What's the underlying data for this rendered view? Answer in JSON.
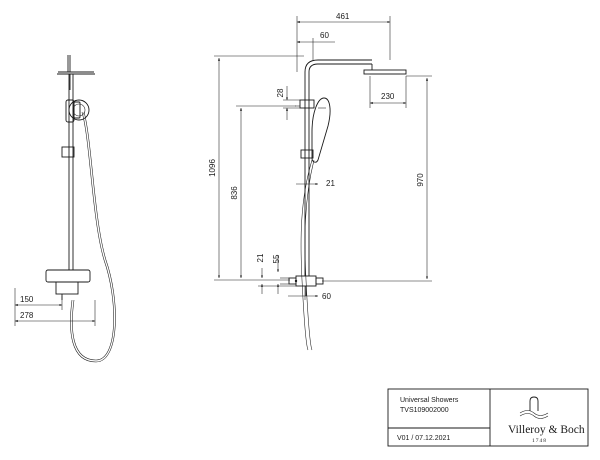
{
  "dimensions": {
    "d461": "461",
    "d60_top": "60",
    "d28": "28",
    "d230": "230",
    "d1096": "1096",
    "d836": "836",
    "d970": "970",
    "d21_mid": "21",
    "d55": "55",
    "d21_low": "21",
    "d60_low": "60",
    "d150": "150",
    "d278": "278"
  },
  "title_block": {
    "product_line": "Universal Showers",
    "article_number": "TVS109002000",
    "version_date": "V01 / 07.12.2021",
    "brand_name": "Villeroy & Boch",
    "brand_year": "1748"
  },
  "colors": {
    "line": "#1a1a1a",
    "background": "#ffffff"
  }
}
